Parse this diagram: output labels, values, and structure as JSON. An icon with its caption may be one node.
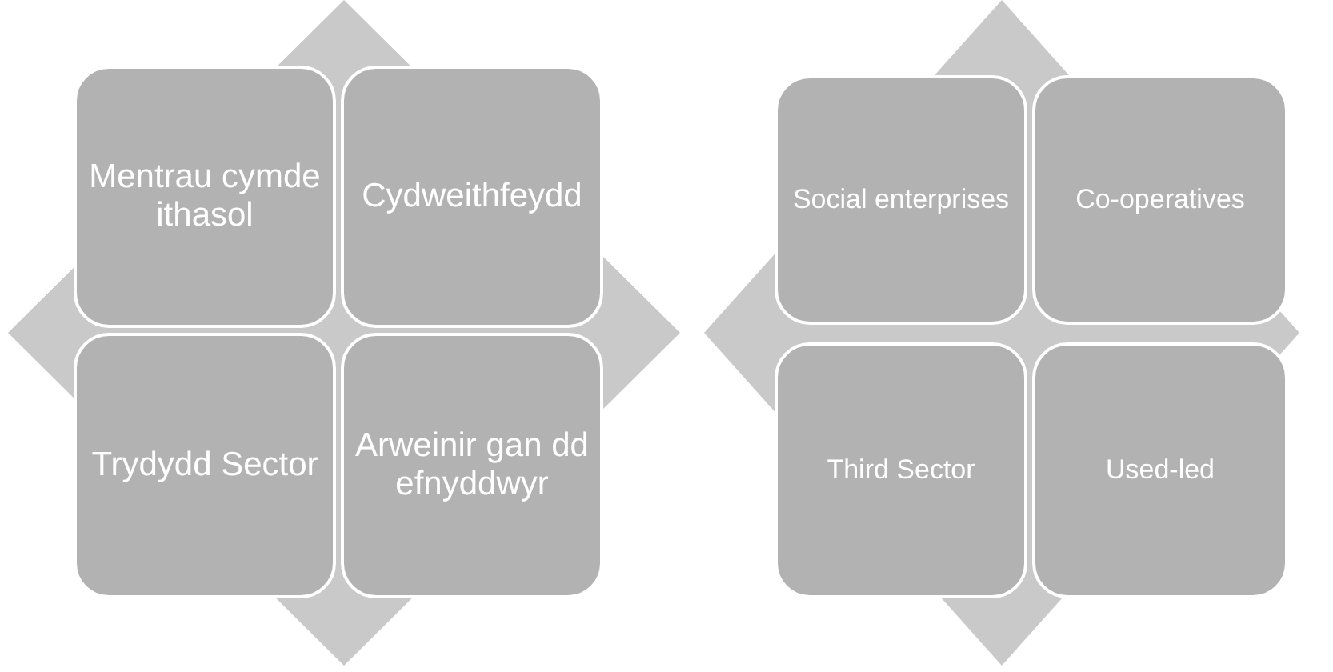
{
  "diagram": {
    "nodes": [
      {
        "text": [],
        "shape": "diamond"
      },
      {
        "text": [
          "Mentrau cymdeithasol"
        ],
        "in": 0
      },
      {
        "text": [
          "Cydweithfeydd"
        ],
        "in": 0
      },
      {
        "text": [
          "Trydydd Sector"
        ],
        "in": 0
      },
      {
        "text": [
          "Arweinir gan ddefnyddwyr"
        ],
        "in": 0
      },
      {
        "text": [],
        "shape": "diamond"
      },
      {
        "text": [
          "Social enterprises"
        ],
        "in": 5
      },
      {
        "text": [
          "Co-operatives"
        ],
        "in": 5
      },
      {
        "text": [
          "Third Sector"
        ],
        "in": 5
      },
      {
        "text": [
          "Used-led"
        ],
        "in": 5
      }
    ]
  }
}
